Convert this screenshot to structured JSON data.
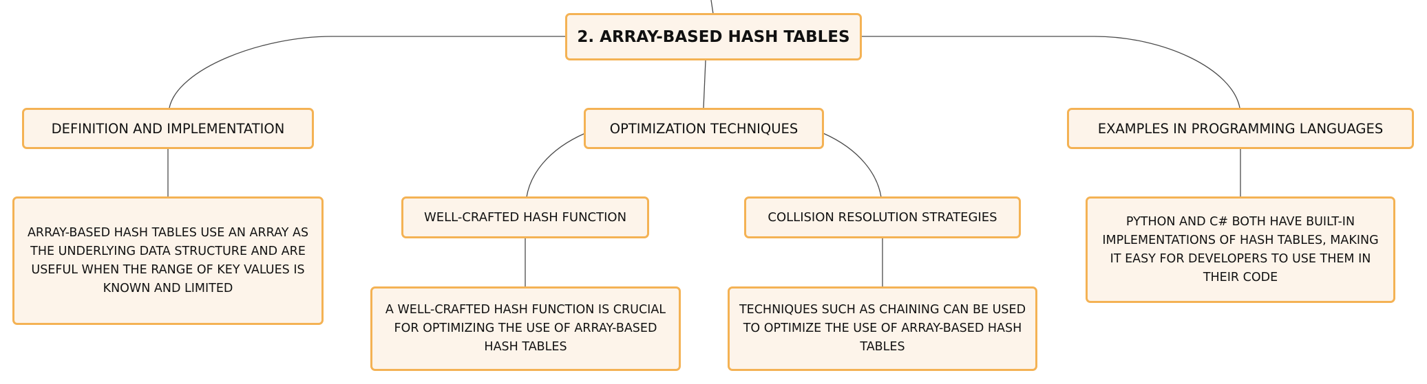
{
  "mindmap": {
    "root": {
      "label": "2. ARRAY-BASED HASH TABLES"
    },
    "branches": [
      {
        "label": "DEFINITION AND IMPLEMENTATION",
        "detail": "ARRAY-BASED HASH TABLES USE AN ARRAY AS THE UNDERLYING DATA STRUCTURE AND ARE USEFUL WHEN THE RANGE OF KEY VALUES IS KNOWN AND LIMITED"
      },
      {
        "label": "OPTIMIZATION TECHNIQUES",
        "children": [
          {
            "label": "WELL-CRAFTED HASH FUNCTION",
            "detail": "A WELL-CRAFTED HASH FUNCTION IS CRUCIAL FOR OPTIMIZING THE USE OF ARRAY-BASED HASH TABLES"
          },
          {
            "label": "COLLISION RESOLUTION STRATEGIES",
            "detail": "TECHNIQUES SUCH AS CHAINING CAN BE USED TO OPTIMIZE THE USE OF ARRAY-BASED HASH TABLES"
          }
        ]
      },
      {
        "label": "EXAMPLES IN PROGRAMMING LANGUAGES",
        "detail": "PYTHON AND C# BOTH HAVE BUILT-IN IMPLEMENTATIONS OF HASH TABLES, MAKING IT EASY FOR DEVELOPERS TO USE THEM IN THEIR CODE"
      }
    ]
  },
  "colors": {
    "node_fill": "#fdf4ea",
    "node_border": "#f4b254",
    "connector": "#4a4a4a",
    "text": "#111111"
  }
}
